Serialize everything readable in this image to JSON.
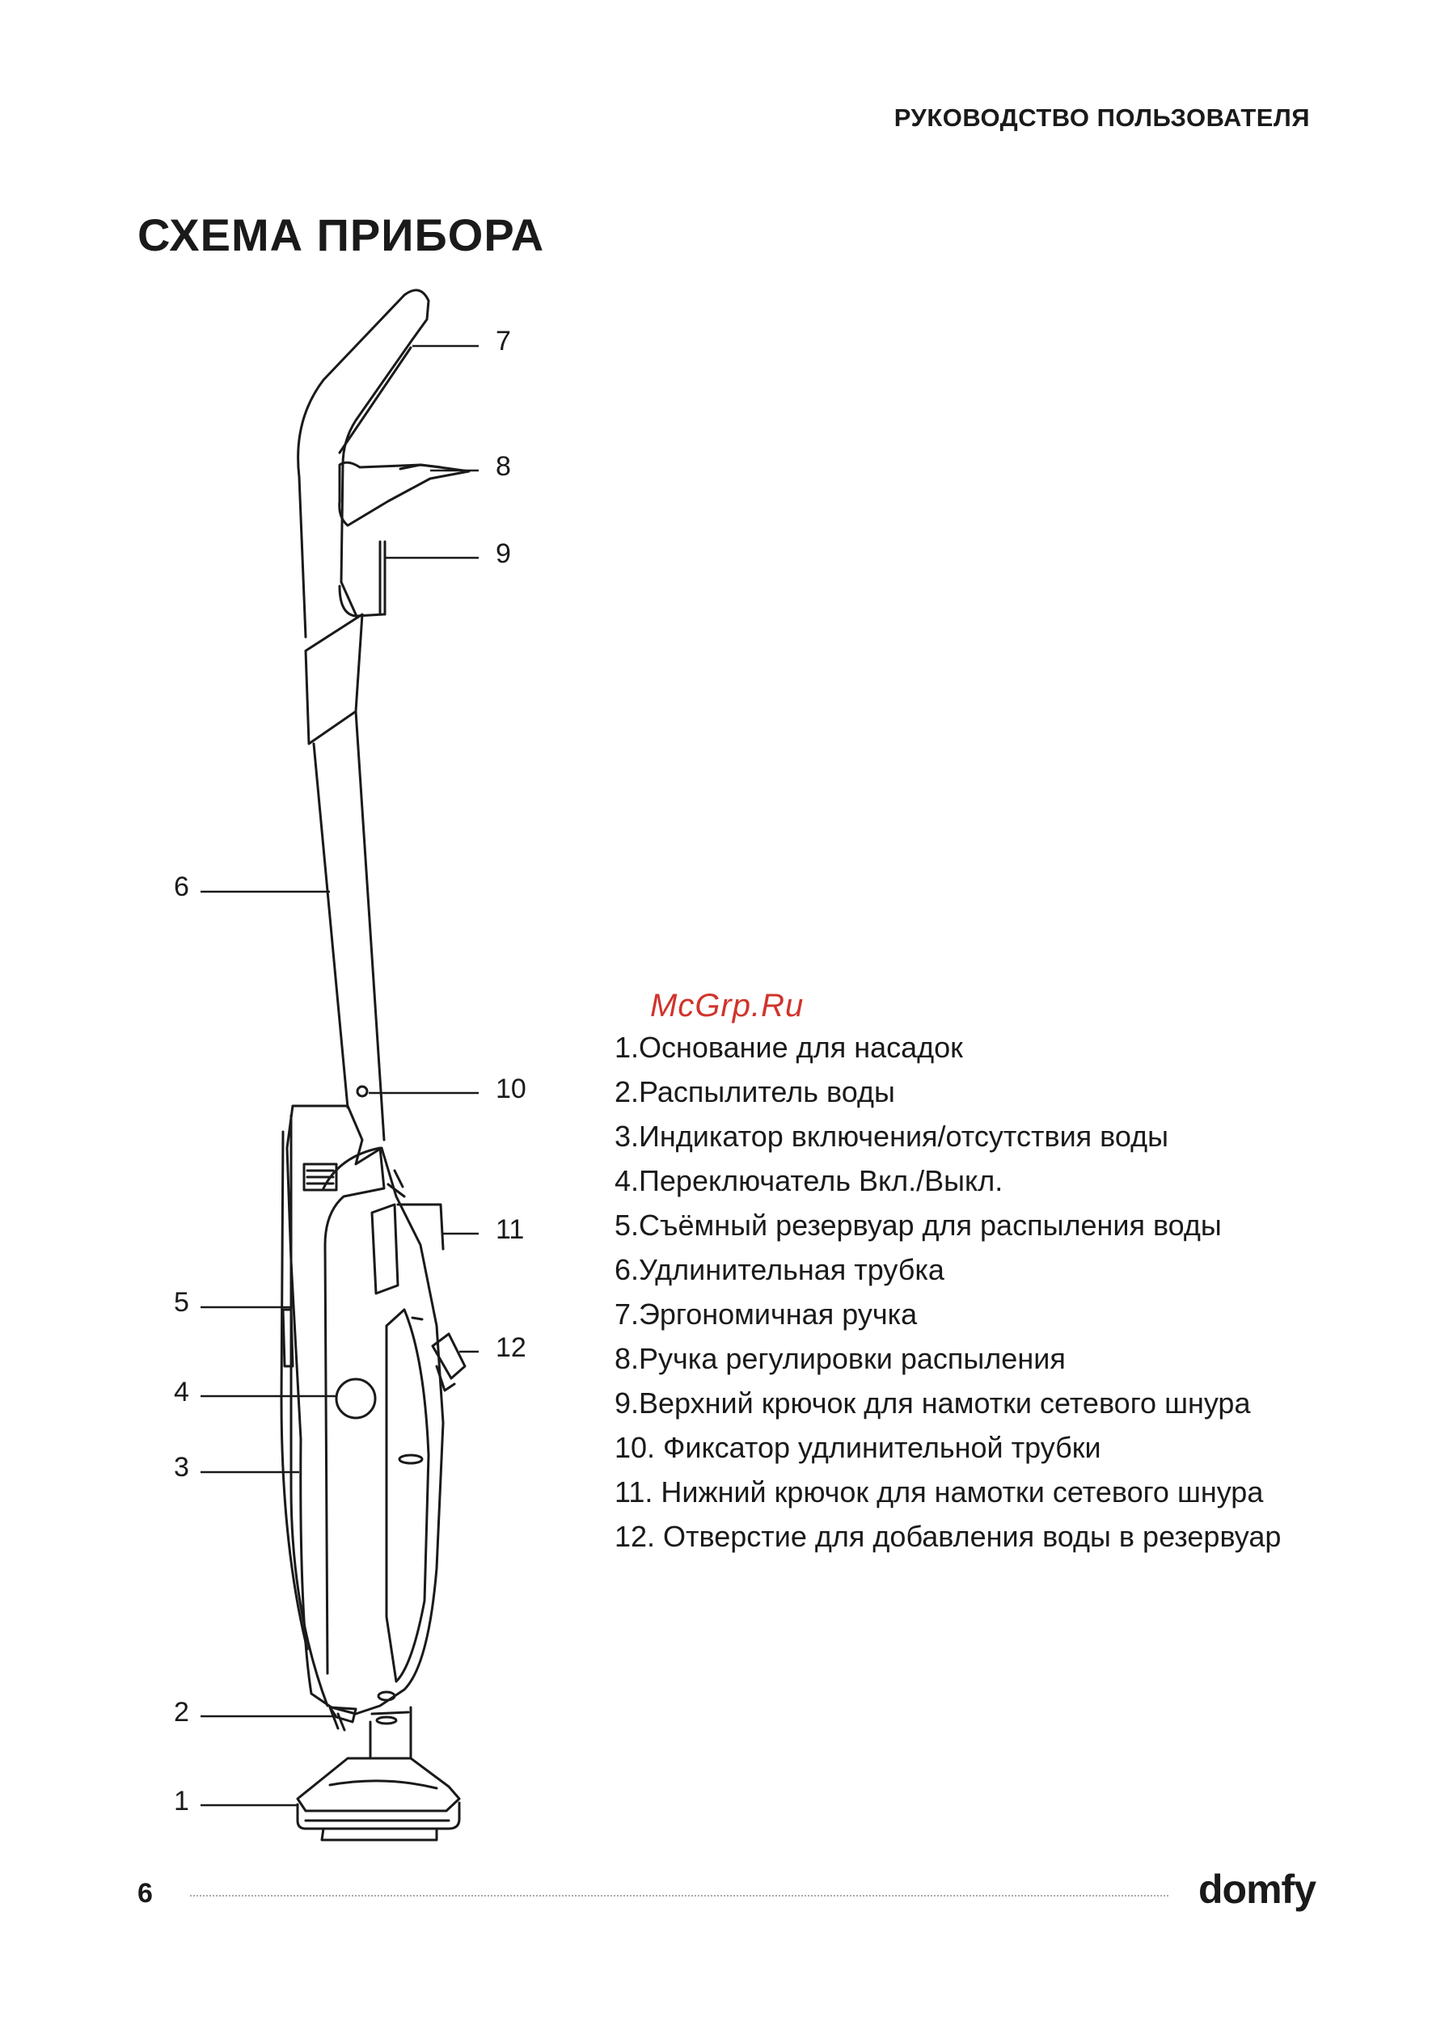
{
  "header": {
    "text": "РУКОВОДСТВО ПОЛЬЗОВАТЕЛЯ"
  },
  "title": "СХЕМА ПРИБОРА",
  "watermark": "McGrp.Ru",
  "callouts": [
    "1",
    "2",
    "3",
    "4",
    "5",
    "6",
    "7",
    "8",
    "9",
    "10",
    "11",
    "12"
  ],
  "legend": [
    "1.Основание для насадок",
    "2.Распылитель воды",
    "3.Индикатор включения/отсутствия воды",
    "4.Переключатель Вкл./Выкл.",
    "5.Съёмный резервуар для распыления воды",
    "6.Удлинительная трубка",
    "7.Эргономичная ручка",
    "8.Ручка регулировки распыления",
    "9.Верхний крючок для намотки сетевого шнура",
    "10. Фиксатор удлинительной трубки",
    "11. Нижний крючок для намотки сетевого шнура",
    "12. Отверстие для добавления воды в резервуар"
  ],
  "footer": {
    "page_number": "6",
    "logo": "domfy"
  }
}
